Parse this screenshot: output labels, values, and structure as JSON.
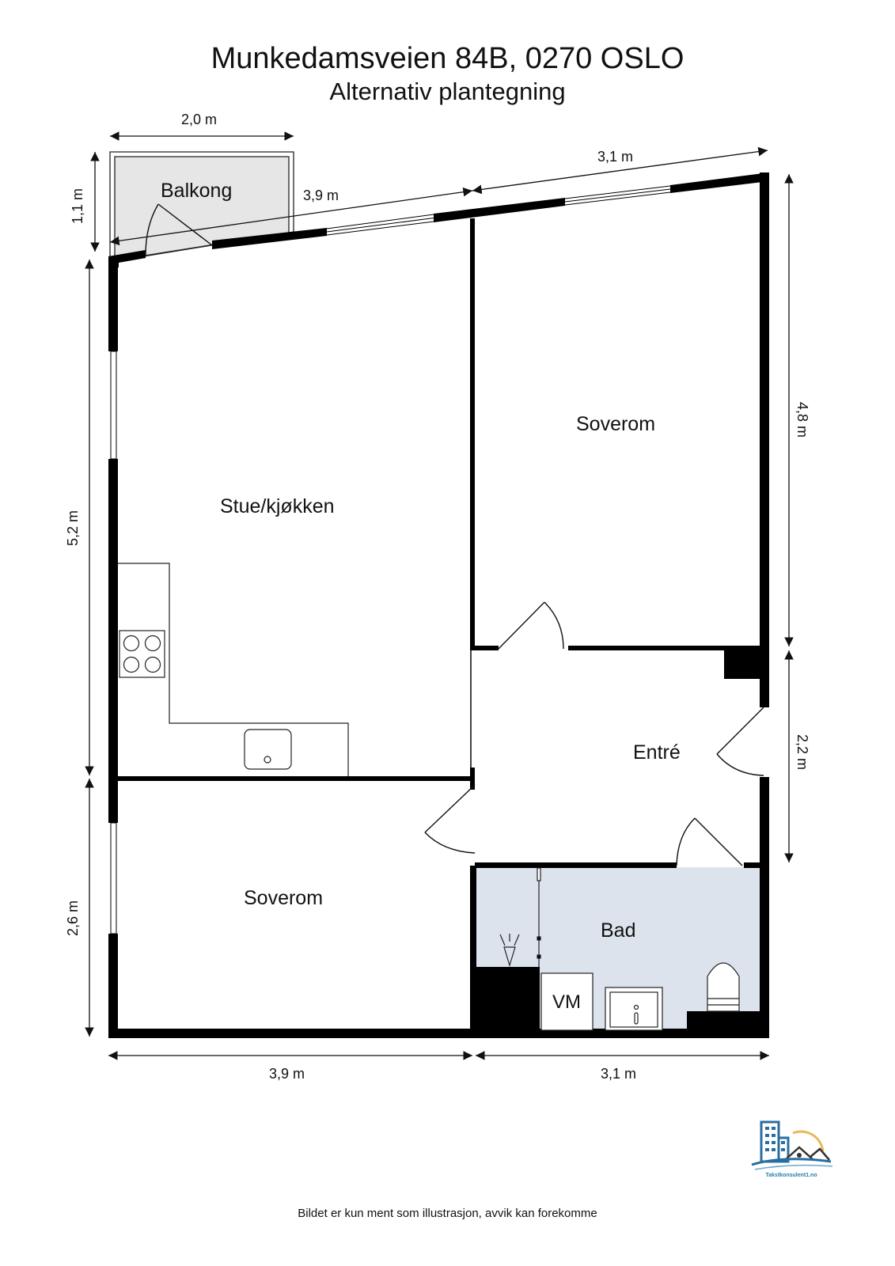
{
  "header": {
    "title": "Munkedamsveien 84B, 0270 OSLO",
    "subtitle": "Alternativ plantegning"
  },
  "rooms": {
    "balcony": "Balkong",
    "living_kitchen": "Stue/kjøkken",
    "bedroom_top": "Soverom",
    "bedroom_bottom": "Soverom",
    "entry": "Entré",
    "bathroom": "Bad",
    "washer": "VM"
  },
  "dimensions": {
    "balcony_width": "2,0 m",
    "balcony_depth": "1,1 m",
    "top_left": "3,9 m",
    "top_right": "3,1 m",
    "left_upper": "5,2 m",
    "left_lower": "2,6 m",
    "right_upper": "4,8 m",
    "right_lower": "2,2 m",
    "bottom_left": "3,9 m",
    "bottom_right": "3,1 m"
  },
  "colors": {
    "wall": "#000000",
    "balcony_fill": "#e6e6e6",
    "bathroom_fill": "#dde3ec",
    "logo_blue": "#2a6ea0",
    "logo_sun": "#e8b85a"
  },
  "logo": {
    "text": "Takstkonsulent1.no"
  },
  "footer": {
    "disclaimer": "Bildet er kun ment som illustrasjon, avvik kan forekomme"
  }
}
